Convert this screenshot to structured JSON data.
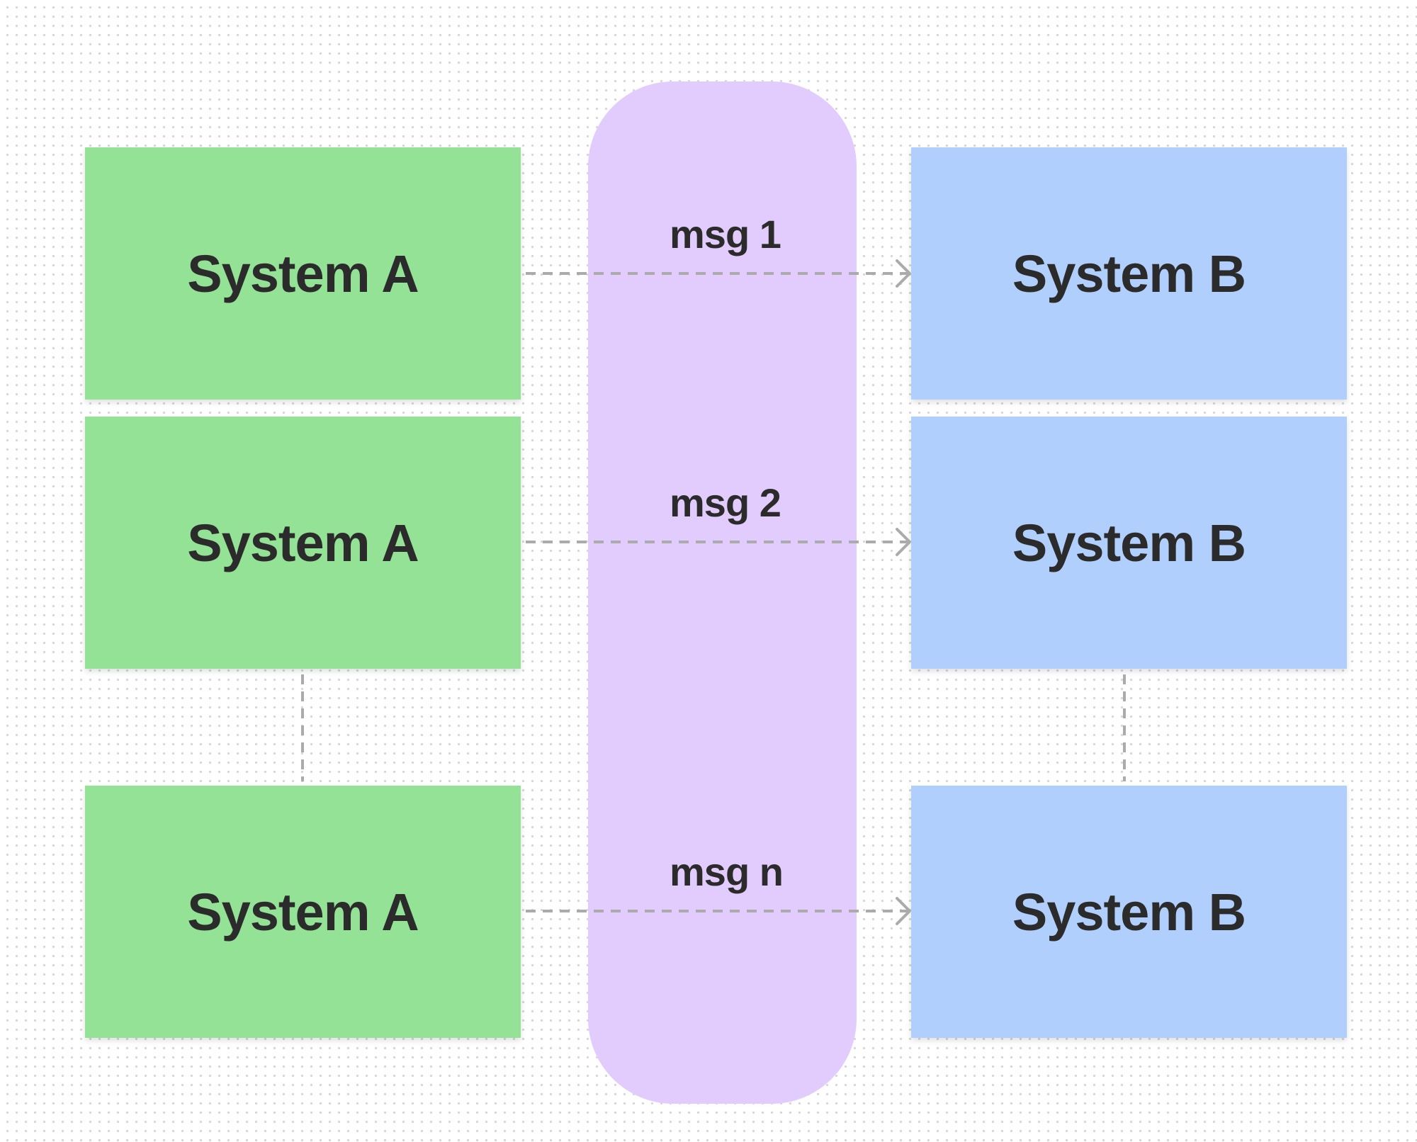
{
  "colors": {
    "system_a": "#93e296",
    "system_b": "#b0cffc",
    "queue": "#e2ccfd",
    "text": "#2b2b2b",
    "connector": "#ababab",
    "canvas_dots": "#d6d6d6"
  },
  "systems_a": [
    {
      "label": "System A"
    },
    {
      "label": "System A"
    },
    {
      "label": "System A"
    }
  ],
  "systems_b": [
    {
      "label": "System B"
    },
    {
      "label": "System B"
    },
    {
      "label": "System B"
    }
  ],
  "messages": [
    {
      "label": "msg 1",
      "from": "system-a-1",
      "to": "system-b-1"
    },
    {
      "label": "msg 2",
      "from": "system-a-2",
      "to": "system-b-2"
    },
    {
      "label": "msg n",
      "from": "system-a-3",
      "to": "system-b-3"
    }
  ],
  "continuation_links": [
    {
      "from": "system-a-2",
      "to": "system-a-3",
      "style": "dashed"
    },
    {
      "from": "system-b-2",
      "to": "system-b-3",
      "style": "dashed"
    }
  ]
}
